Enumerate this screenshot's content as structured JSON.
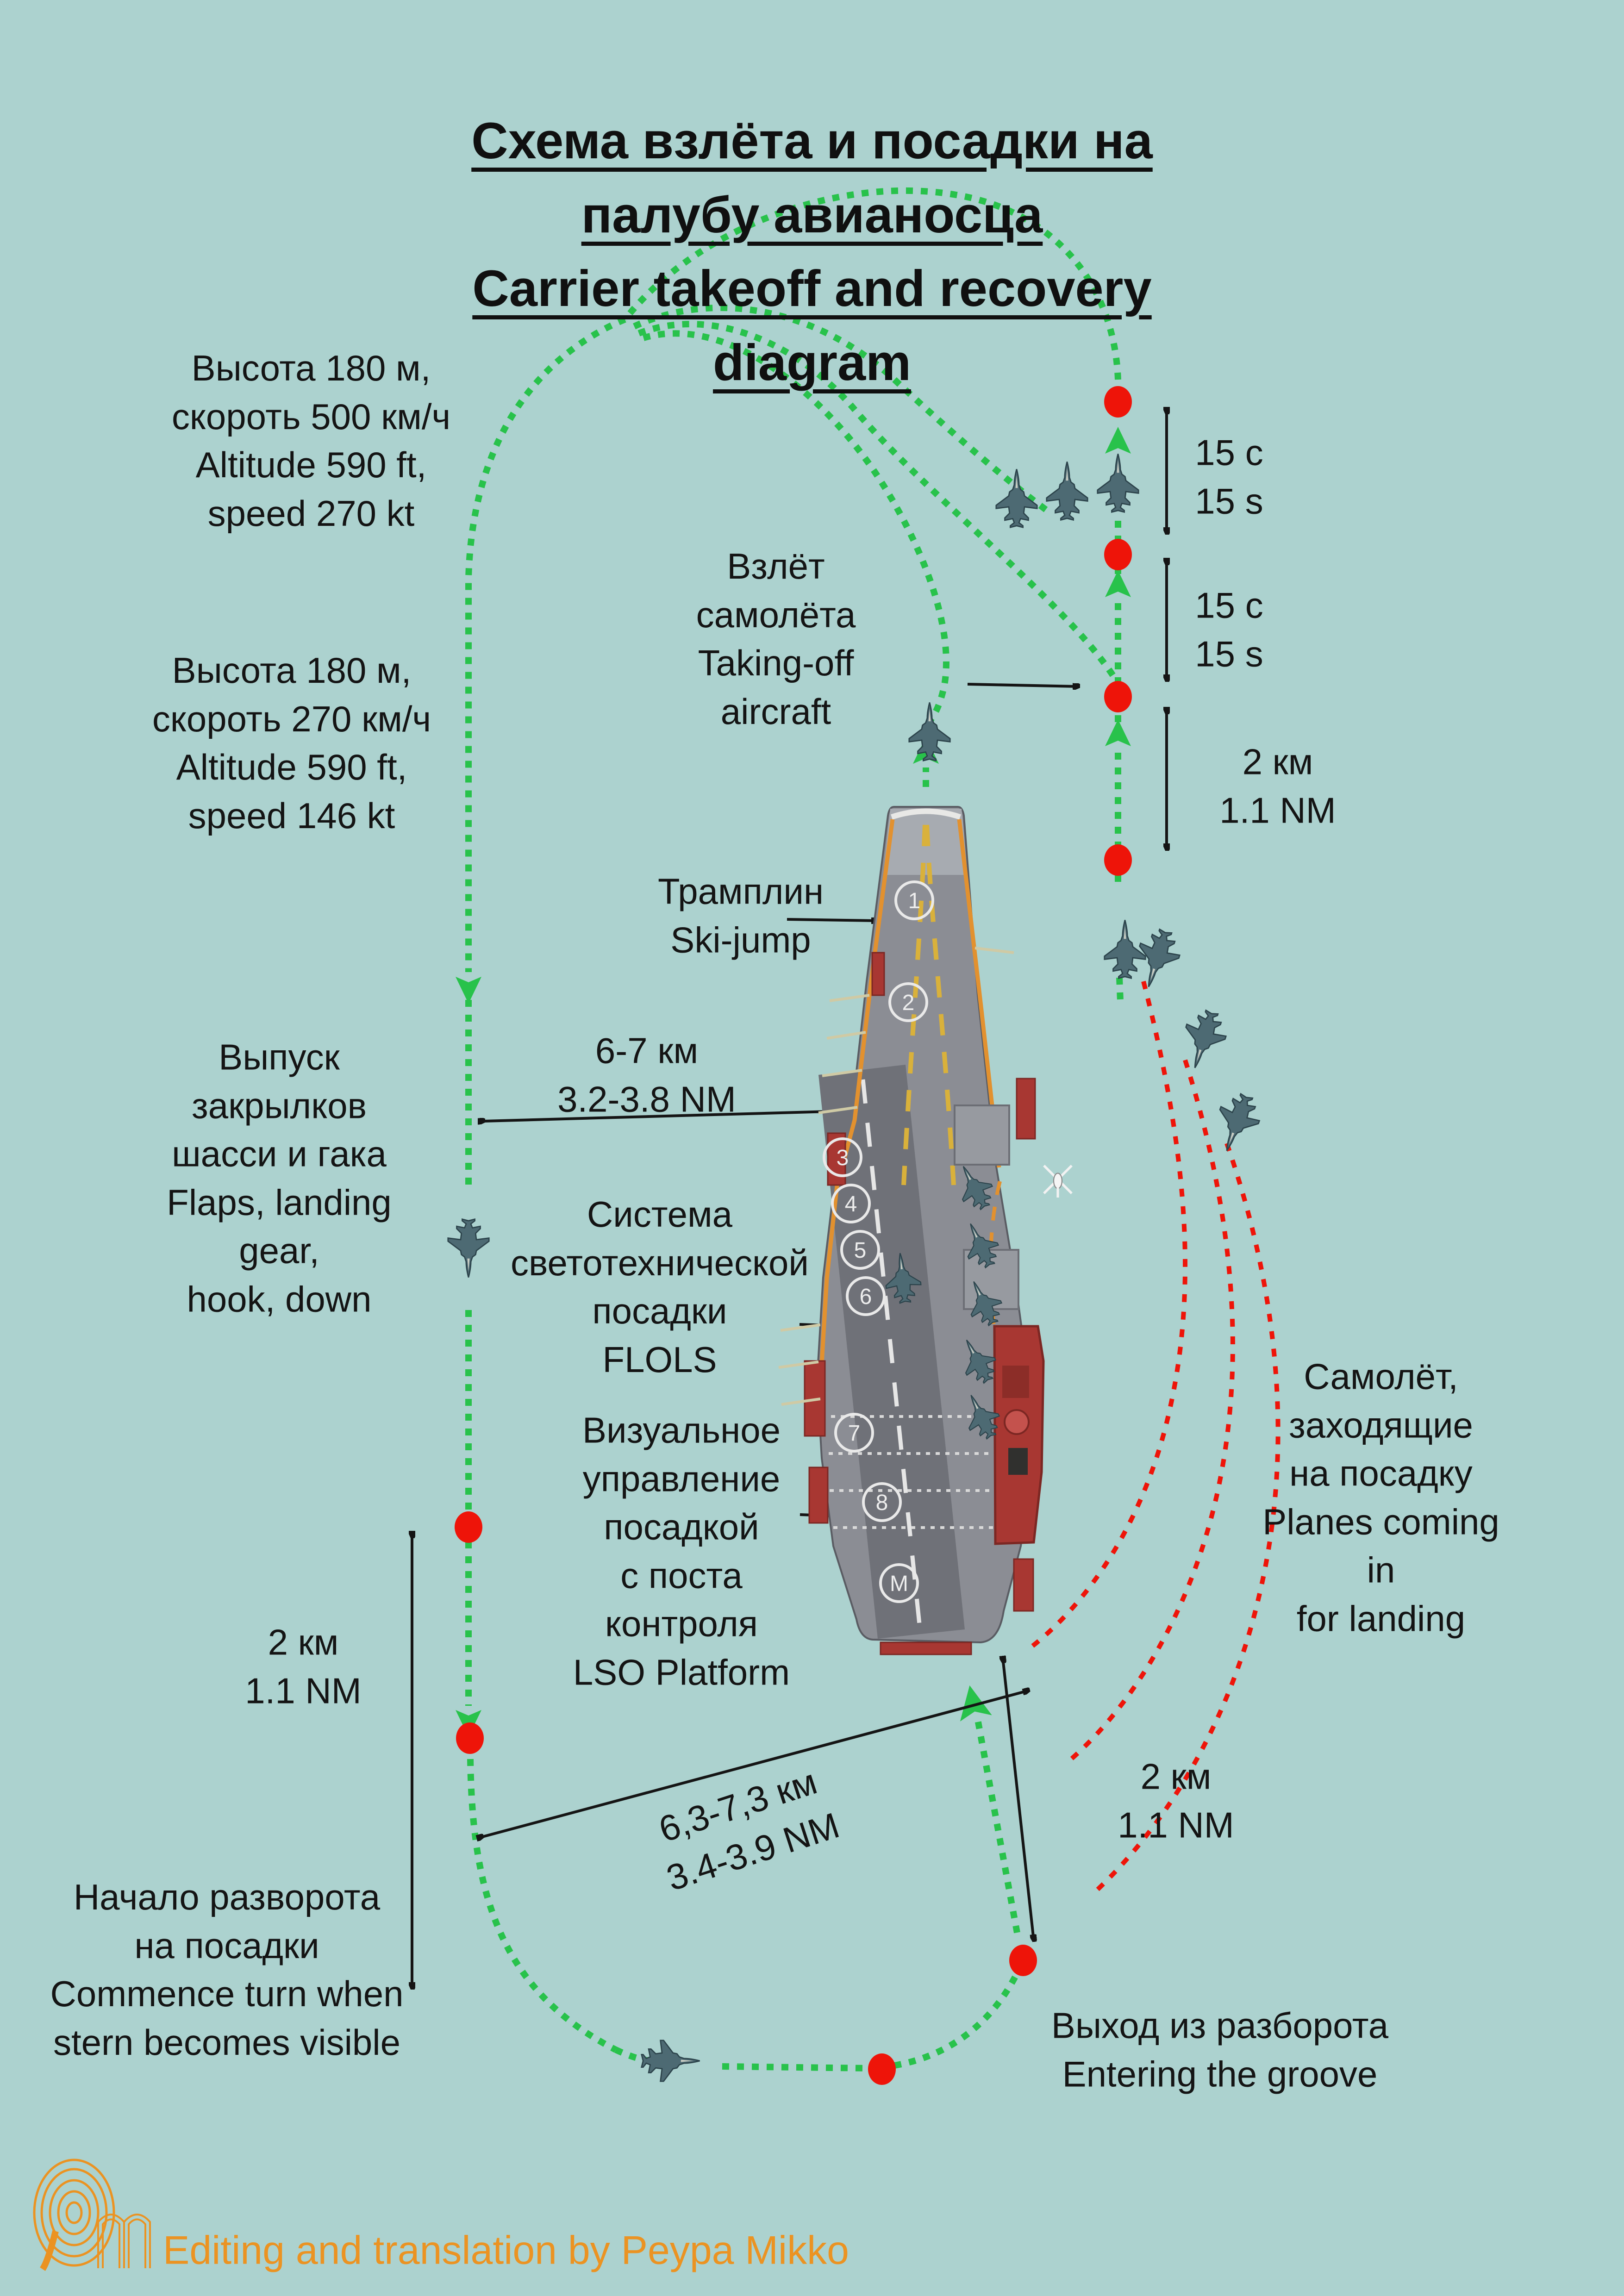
{
  "title": {
    "line1_ru": "Схема взлёта и посадки на палубу авианосца",
    "line2_en": "Carrier takeoff and recovery diagram"
  },
  "labels": {
    "downwind_params": "Высота 180 м,\nскороть 500 км/ч\nAltitude 590 ft,\nspeed 270 kt",
    "final_params": "Высота 180 м,\nскороть 270 км/ч\nAltitude 590 ft,\nspeed 146 kt",
    "taking_off": "Взлёт\nсамолёта\nTaking-off\naircraft",
    "ski_jump": "Трамплин\nSki-jump",
    "dist_6_7": "6-7 км\n3.2-3.8 NM",
    "flaps": "Выпуск\nзакрылков\nшасси и гака\nFlaps, landing\ngear,\nhook, down",
    "flols": "Система\nсветотехнической\nпосадки\nFLOLS",
    "lso": "Визуальное\nуправление\nпосадкой\nс поста\nконтроля\nLSO Platform",
    "planes_landing": "Самолёт,\nзаходящие\nна посадку\nPlanes coming in\nfor landing",
    "commence_turn": "Начало разворота\nна посадки\nCommence turn when\nstern becomes visible",
    "entering_groove": "Выход из разборота\nEntering the groove",
    "downwind_2km": "2 км\n1.1 NM",
    "interval_1": "15 с\n15 s",
    "interval_2": "15 с\n15 s",
    "climb_2km": "2 км\n1.1 NM",
    "groove_2km": "2 км\n1.1 NM",
    "turn_dist": "6,3-7,3 км\n3.4-3.9 NM"
  },
  "ship": {
    "deck_markers": [
      "1",
      "2",
      "3",
      "4",
      "5",
      "6",
      "7",
      "8",
      "M"
    ]
  },
  "credit": "Editing and translation by Peypa Mikko",
  "colors": {
    "background": "#acd2cf",
    "takeoff_recovery_path_green": "#28c24b",
    "approach_path_red": "#ee1409",
    "text_black": "#141414",
    "credit_orange": "#eb9322",
    "island_red": "#a83732",
    "deck_gray": "#8b8d94"
  }
}
